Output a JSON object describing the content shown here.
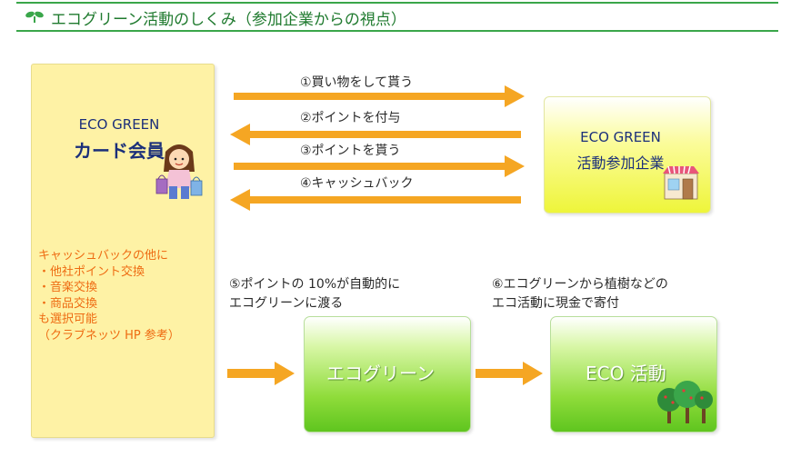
{
  "header": {
    "title": "エコグリーン活動のしくみ（参加企業からの視点）",
    "icon": "sprout-icon",
    "color": "#3aa64a"
  },
  "member": {
    "title_en": "ECO GREEN",
    "title_jp": "カード会員",
    "icon": "shopper-icon",
    "notes": [
      "キャッシュバックの他に",
      "・他社ポイント交換",
      "・音楽交換",
      "・商品交換",
      "も選択可能",
      "（クラブネッツ HP 参考）"
    ]
  },
  "flows": [
    {
      "label": "①買い物をして貰う",
      "direction": "right"
    },
    {
      "label": "②ポイントを付与",
      "direction": "left"
    },
    {
      "label": "③ポイントを貰う",
      "direction": "right"
    },
    {
      "label": "④キャッシュバック",
      "direction": "left"
    }
  ],
  "company": {
    "title_en": "ECO GREEN",
    "title_jp": "活動参加企業",
    "icon": "shop-icon"
  },
  "step5": [
    "⑤ポイントの 10%が自動的に",
    "エコグリーンに渡る"
  ],
  "step6": [
    "⑥エコグリーンから植樹などの",
    "エコ活動に現金で寄付"
  ],
  "ecogreen_box": {
    "label": "エコグリーン"
  },
  "eco_activity_box": {
    "label": "ECO 活動",
    "icon": "trees-icon"
  },
  "colors": {
    "arrow": "#f5a623",
    "member_bg": "#fef2a5",
    "notes_text": "#ee6b12",
    "title_blue": "#1b2f7a"
  }
}
